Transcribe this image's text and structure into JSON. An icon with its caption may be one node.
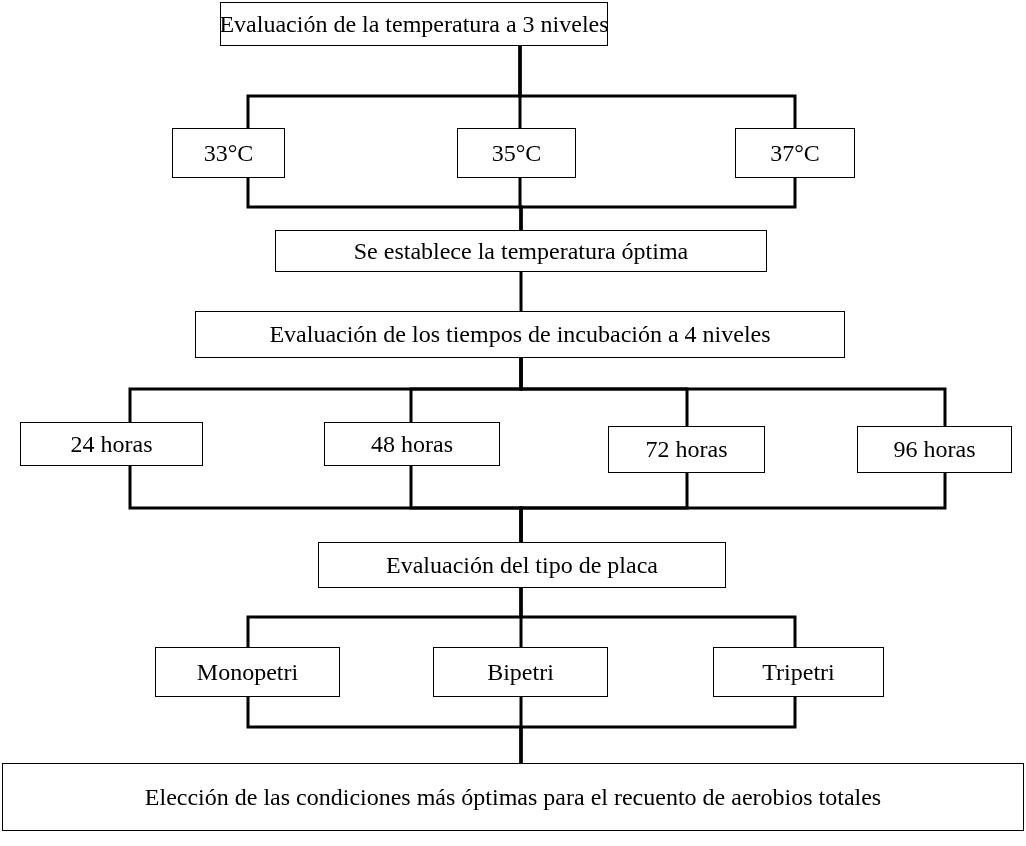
{
  "diagram": {
    "nodes": [
      {
        "text": [
          "Evaluación de la temperatura a 3 niveles"
        ]
      },
      {
        "text": [
          "33°C"
        ]
      },
      {
        "text": [
          "35°C"
        ]
      },
      {
        "text": [
          "37°C"
        ]
      },
      {
        "text": [
          "Se establece la temperatura óptima"
        ]
      },
      {
        "text": [
          "Evaluación de los tiempos de incubación a 4 niveles"
        ]
      },
      {
        "text": [
          "24 horas"
        ]
      },
      {
        "text": [
          "48 horas"
        ]
      },
      {
        "text": [
          "72 horas"
        ]
      },
      {
        "text": [
          "96 horas"
        ]
      },
      {
        "text": [
          "Evaluación del tipo de placa"
        ]
      },
      {
        "text": [
          "Monopetri"
        ]
      },
      {
        "text": [
          "Bipetri"
        ]
      },
      {
        "text": [
          "Tripetri"
        ]
      },
      {
        "text": [
          "Elección de las condiciones más óptimas para el recuento de aerobios totales"
        ]
      }
    ],
    "edges": [
      {
        "from": 0,
        "to": 1,
        "arrow": "none"
      },
      {
        "from": 0,
        "to": 2,
        "arrow": "none"
      },
      {
        "from": 0,
        "to": 3,
        "arrow": "none"
      },
      {
        "from": 1,
        "to": 4,
        "arrow": "none"
      },
      {
        "from": 2,
        "to": 4,
        "arrow": "none"
      },
      {
        "from": 3,
        "to": 4,
        "arrow": "none"
      },
      {
        "from": 4,
        "to": 5,
        "arrow": "none"
      },
      {
        "from": 5,
        "to": 6,
        "arrow": "none"
      },
      {
        "from": 5,
        "to": 7,
        "arrow": "none"
      },
      {
        "from": 5,
        "to": 8,
        "arrow": "none"
      },
      {
        "from": 5,
        "to": 9,
        "arrow": "none"
      },
      {
        "from": 6,
        "to": 10,
        "arrow": "none"
      },
      {
        "from": 7,
        "to": 10,
        "arrow": "none"
      },
      {
        "from": 8,
        "to": 10,
        "arrow": "none"
      },
      {
        "from": 9,
        "to": 10,
        "arrow": "none"
      },
      {
        "from": 10,
        "to": 11,
        "arrow": "none"
      },
      {
        "from": 10,
        "to": 12,
        "arrow": "none"
      },
      {
        "from": 10,
        "to": 13,
        "arrow": "none"
      },
      {
        "from": 11,
        "to": 14,
        "arrow": "none"
      },
      {
        "from": 12,
        "to": 14,
        "arrow": "none"
      },
      {
        "from": 13,
        "to": 14,
        "arrow": "none"
      }
    ]
  }
}
